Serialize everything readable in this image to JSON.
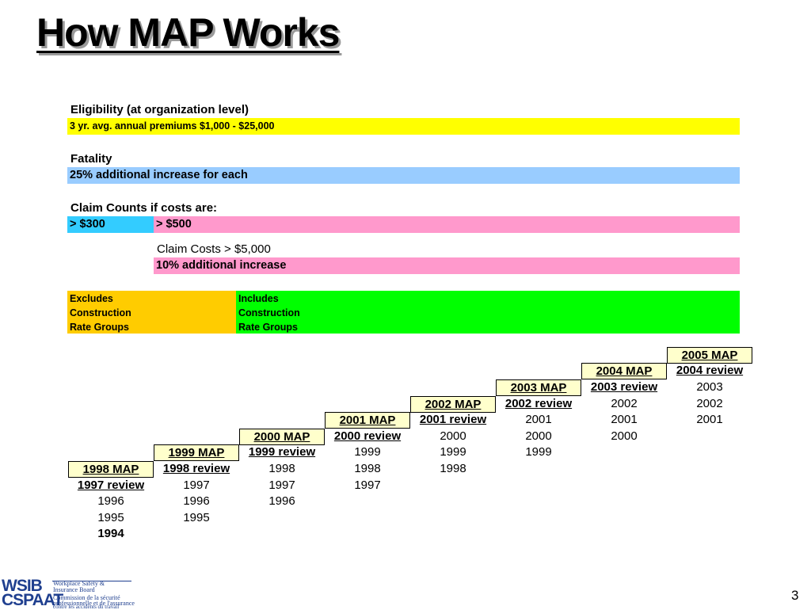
{
  "title": "How MAP Works",
  "eligibility": {
    "label": "Eligibility (at organization level)",
    "bar": "3 yr. avg. annual premiums $1,000 - $25,000",
    "bar_color": "#ffff00"
  },
  "fatality": {
    "label": "Fatality",
    "bar": "25% additional increase for each",
    "bar_color": "#99ccff"
  },
  "claim_counts": {
    "label": "Claim Counts if costs are:",
    "left": "> $300",
    "left_color": "#33ccff",
    "right": "> $500",
    "right_color": "#ff99cc"
  },
  "claim_costs": {
    "label": "Claim Costs > $5,000",
    "bar": "10% additional increase",
    "bar_color": "#ff99cc"
  },
  "rate_groups": {
    "excludes": [
      "Excludes",
      "Construction",
      "Rate Groups"
    ],
    "excludes_color": "#ffcc00",
    "includes": [
      "Includes",
      "Construction",
      "Rate Groups"
    ],
    "includes_color": "#00ff00"
  },
  "timeline": {
    "columns": [
      {
        "map": "1998 MAP",
        "review": "1997 review",
        "years": [
          "1996",
          "1995",
          "1994"
        ]
      },
      {
        "map": "1999 MAP",
        "review": "1998 review",
        "years": [
          "1997",
          "1996",
          "1995"
        ]
      },
      {
        "map": "2000 MAP",
        "review": "1999 review",
        "years": [
          "1998",
          "1997",
          "1996"
        ]
      },
      {
        "map": "2001 MAP",
        "review": "2000 review",
        "years": [
          "1999",
          "1998",
          "1997"
        ]
      },
      {
        "map": "2002 MAP",
        "review": "2001 review",
        "years": [
          "2000",
          "1999",
          "1998"
        ]
      },
      {
        "map": "2003 MAP",
        "review": "2002 review",
        "years": [
          "2001",
          "2000",
          "1999"
        ]
      },
      {
        "map": "2004 MAP",
        "review": "2003 review",
        "years": [
          "2002",
          "2001",
          "2000"
        ]
      },
      {
        "map": "2005 MAP",
        "review": "2004 review",
        "years": [
          "2003",
          "2002",
          "2001"
        ]
      }
    ],
    "map_color": "#ffffcc"
  },
  "footer": {
    "logo_top": "WSIB",
    "logo_bottom": "CSPAAT",
    "org_en_1": "Workplace Safety &",
    "org_en_2": "Insurance Board",
    "org_fr_1": "Commission de la sécurité",
    "org_fr_2": "professionnelle et de l'assurance",
    "org_fr_3": "contre les accidents du travail",
    "page_number": "3"
  }
}
